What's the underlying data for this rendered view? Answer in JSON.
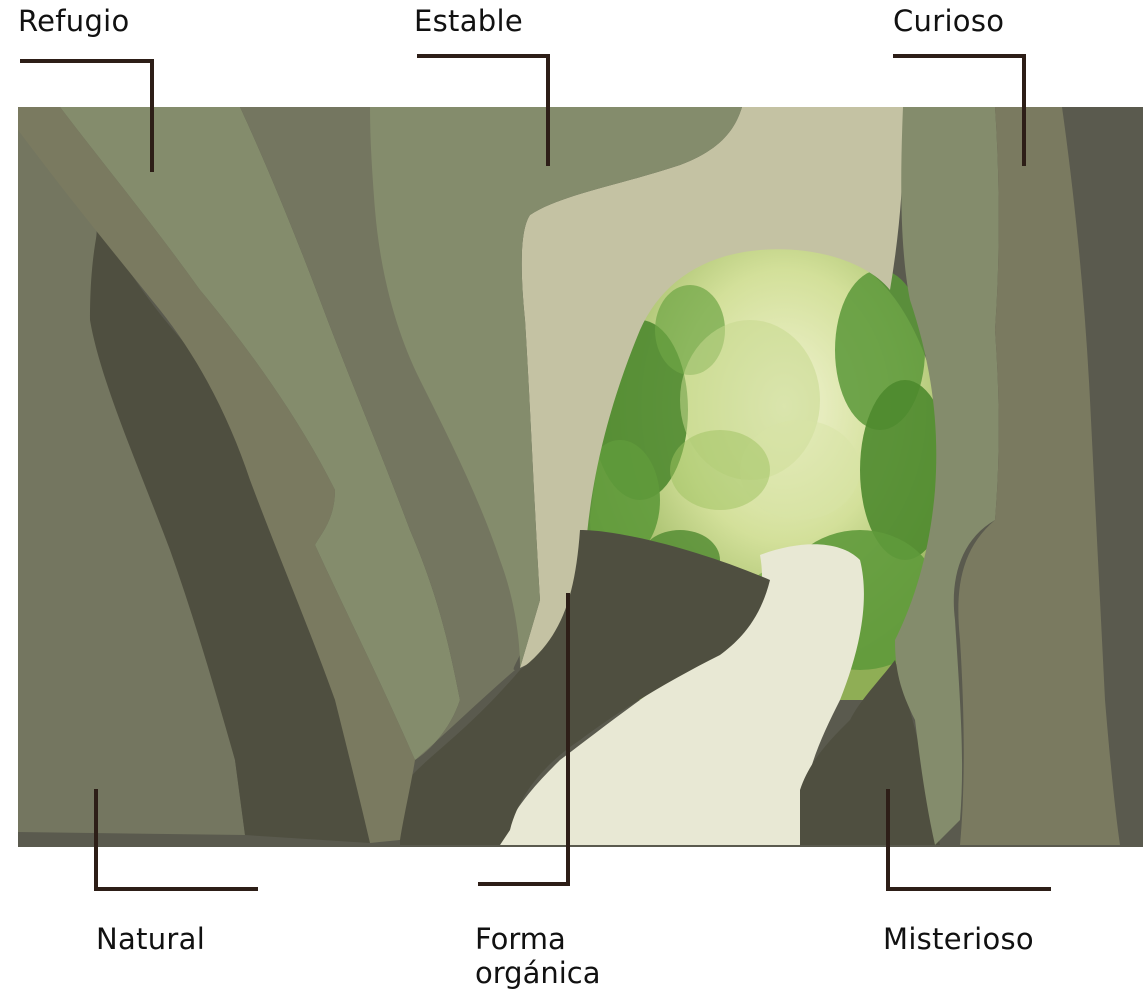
{
  "labels": {
    "refugio": "Refugio",
    "estable": "Estable",
    "curioso": "Curioso",
    "natural": "Natural",
    "forma_line1": "Forma",
    "forma_line2": "orgánica",
    "misterioso": "Misterioso"
  },
  "colors": {
    "leader_line": "#2d1e17",
    "rock_dark": "#4f4f40",
    "rock_mid": "#747660",
    "rock_sage": "#848c6c",
    "rock_olive": "#7a7a60",
    "rock_charcoal": "#5a5a4e",
    "arch_light": "#c4c2a3",
    "path_light": "#e8e8d4",
    "foliage": "#5f9a3b",
    "foliage_light": "#c7d98e"
  }
}
